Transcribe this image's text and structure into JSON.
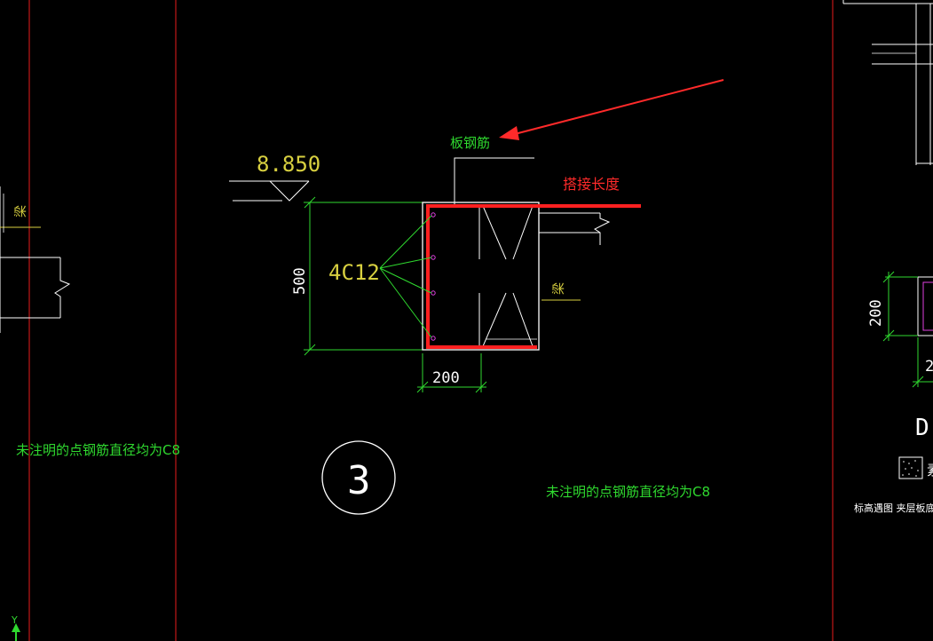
{
  "colors": {
    "background": "#000000",
    "frame": "#e02020",
    "line": "#ffffff",
    "dim": "#2fd92f",
    "leader": "#2fd92f",
    "yellow": "#d8d040",
    "annotation_red": "#ff2a2a",
    "rebar_red": "#ff2020",
    "magenta": "#e040e0"
  },
  "labels": {
    "elevation": "8.850",
    "slab_rebar": "板钢筋",
    "lap_length": "搭接长度",
    "rebar_count": "4C12",
    "beam_left": "梁",
    "beam_right": "梁",
    "dim_height": "500",
    "dim_width": "200",
    "detail_number": "3",
    "note_left": "未注明的点钢筋直径均为C8",
    "note_center": "未注明的点钢筋直径均为C8",
    "right_dim_height": "200",
    "right_dim_width_fragment": "2",
    "right_letter_fragment": "D",
    "right_note_fragment": "标高遇图 夹层板底~ 梁",
    "right_legend_fragment": "素",
    "axis_label": "Y"
  }
}
